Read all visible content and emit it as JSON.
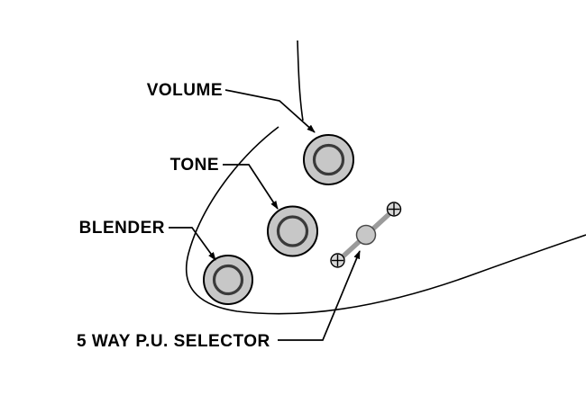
{
  "labels": {
    "volume": "VOLUME",
    "tone": "TONE",
    "blender": "BLENDER",
    "selector": "5 WAY P.U. SELECTOR"
  },
  "colors": {
    "background": "#ffffff",
    "line": "#000000",
    "knob_fill": "#c7c7c7",
    "knob_ring": "#3a3a3a",
    "lever_fill": "#9b9b9b",
    "screw_fill": "#d8d8d8"
  },
  "icons": {
    "volume_knob": "volume-knob-icon",
    "tone_knob": "tone-knob-icon",
    "blender_knob": "blender-knob-icon",
    "selector_switch": "pickup-selector-switch-icon",
    "screw": "screw-icon"
  }
}
